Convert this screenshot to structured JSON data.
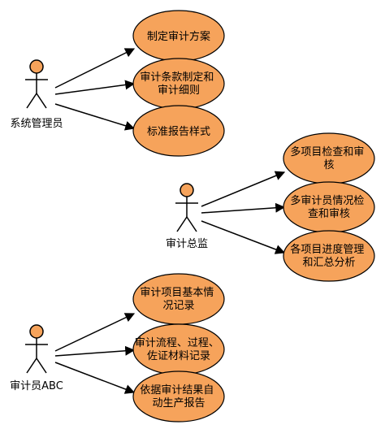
{
  "colors": {
    "usecase_fill": "#F6A35B",
    "usecase_stroke": "#000000",
    "actor_head_fill": "#F6A35B",
    "line": "#000000"
  },
  "actors": [
    {
      "label": "系统管理员",
      "use_cases": [
        {
          "lines": [
            "制定审计方案"
          ]
        },
        {
          "lines": [
            "审计条款制定和",
            "审计细则"
          ]
        },
        {
          "lines": [
            "标准报告样式"
          ]
        }
      ]
    },
    {
      "label": "审计总监",
      "use_cases": [
        {
          "lines": [
            "多项目检查和审",
            "核"
          ]
        },
        {
          "lines": [
            "多审计员情况检",
            "查和审核"
          ]
        },
        {
          "lines": [
            "各项目进度管理",
            "和汇总分析"
          ]
        }
      ]
    },
    {
      "label": "审计员ABC",
      "use_cases": [
        {
          "lines": [
            "审计项目基本情",
            "况记录"
          ]
        },
        {
          "lines": [
            "审计流程、过程、",
            "佐证材料记录"
          ]
        },
        {
          "lines": [
            "依据审计结果自",
            "动生产报告"
          ]
        }
      ]
    }
  ]
}
